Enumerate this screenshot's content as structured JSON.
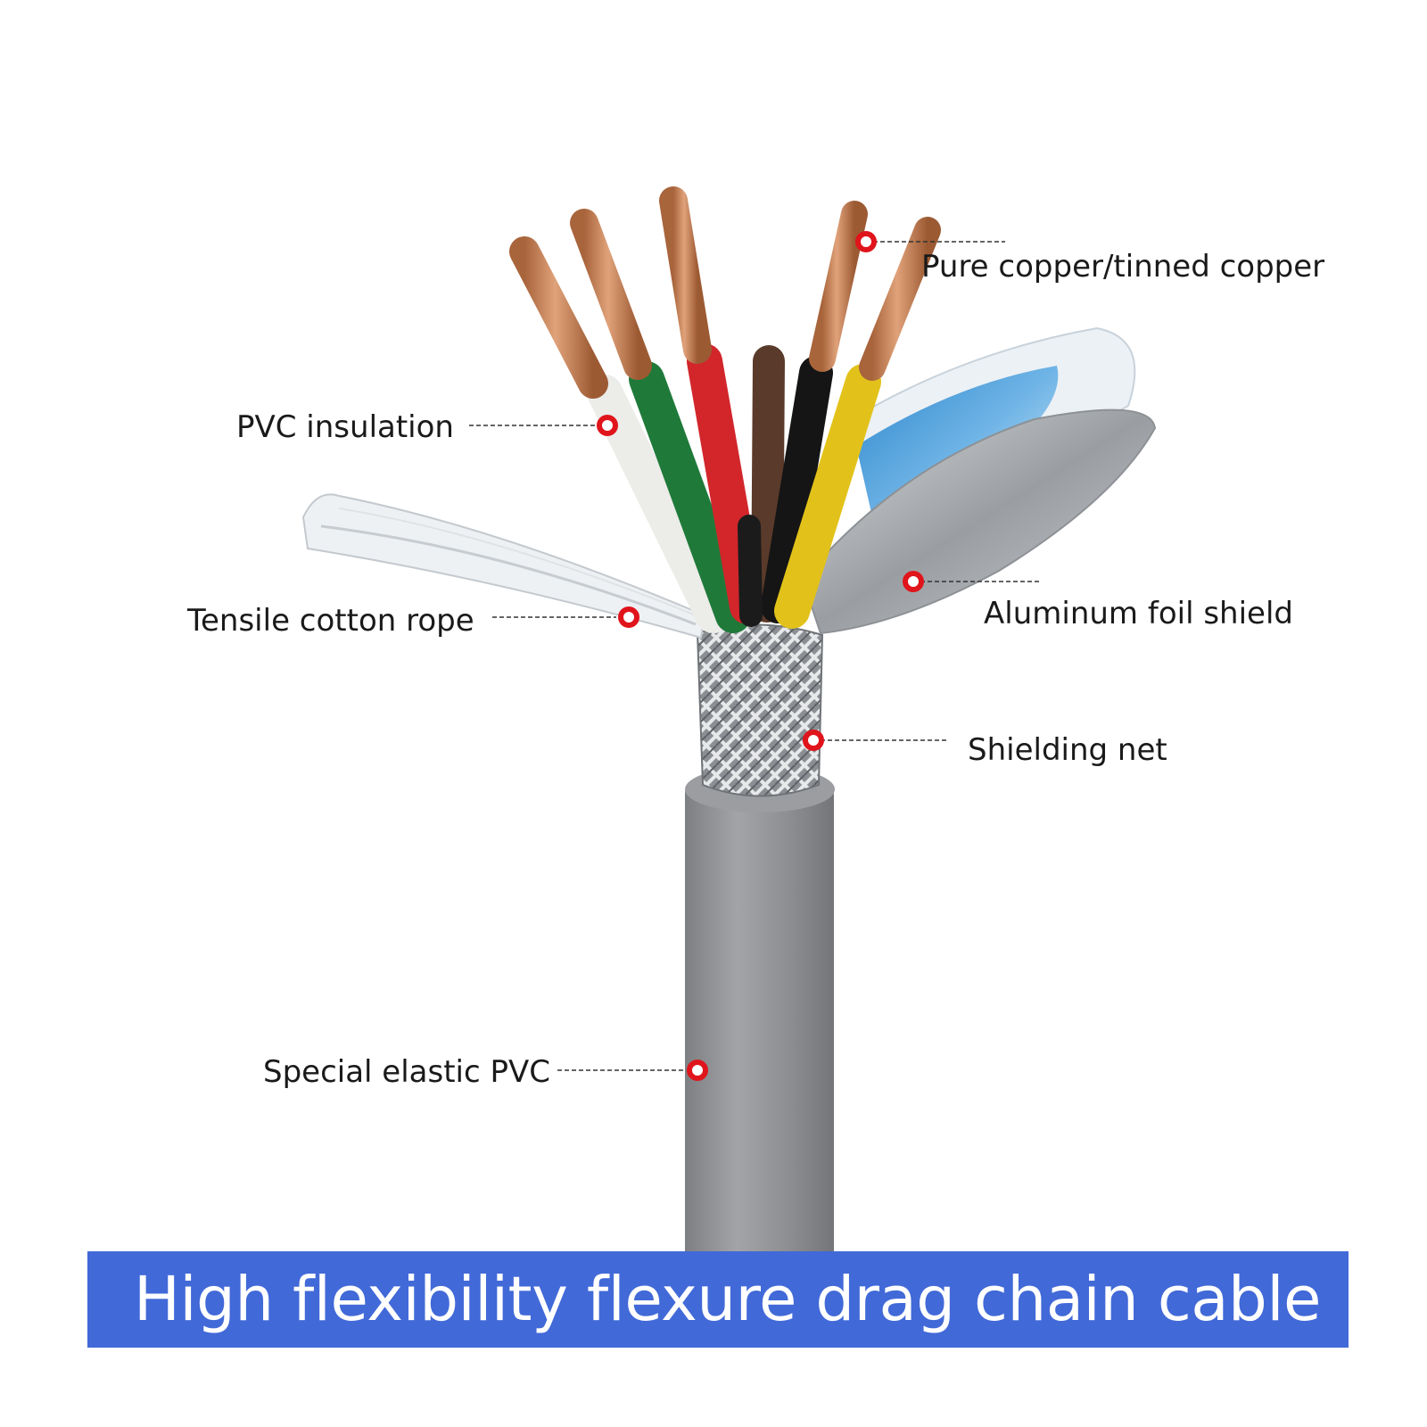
{
  "labels": {
    "copper": "Pure copper/tinned copper",
    "pvc_insulation": "PVC insulation",
    "cotton_rope": "Tensile cotton rope",
    "foil_shield": "Aluminum foil shield",
    "shielding_net": "Shielding net",
    "sheath": "Special elastic PVC"
  },
  "banner": {
    "title": "High flexibility flexure drag chain cable"
  },
  "colors": {
    "banner_bg": "#4169d8",
    "marker": "#e0141b",
    "jacket": "#8e9093",
    "copper": "#c9855a",
    "wires": [
      "#f3f3f0",
      "#1f7a3a",
      "#d2262b",
      "#5a3a2a",
      "#151515",
      "#e2c21a"
    ]
  }
}
